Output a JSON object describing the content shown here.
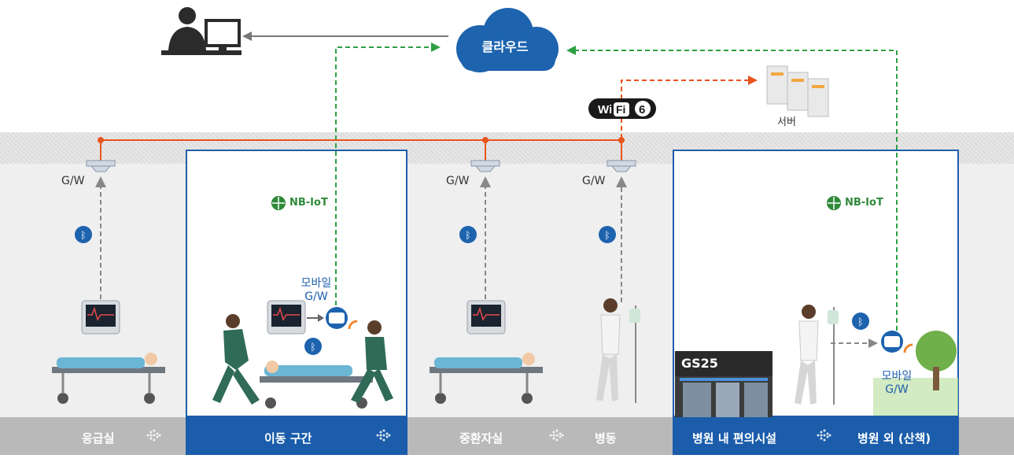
{
  "cloud_label": "클라우드",
  "server_label": "서버",
  "wifi_badge": "Wi Fi 6",
  "gw_label": "G/W",
  "mobile_gw": {
    "line1": "모바일",
    "line2": "G/W"
  },
  "nbiot_label": "NB-IoT",
  "ble_label": "BLE",
  "store_sign": "GS25",
  "footer_labels": [
    "응급실",
    "이동 구간",
    "중환자실",
    "병동",
    "병원 내 편의시설",
    "병원 외 (산책)"
  ],
  "colors": {
    "wired": "#e8541e",
    "nbiot": "#2ea043",
    "wifi": "#e8541e",
    "zone_border": "#1f5ea8",
    "footer_active": "#1b5dab",
    "footer_inactive": "#b9b9b9"
  }
}
